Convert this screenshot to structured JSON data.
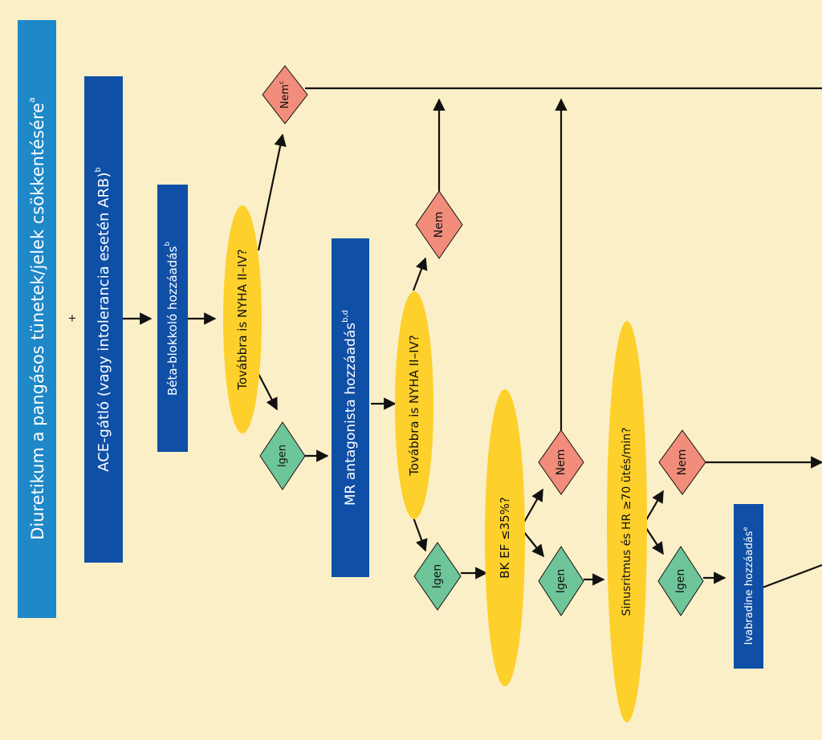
{
  "colors": {
    "background": "#fbefc7",
    "rect_light": "#1e88c8",
    "rect_dark": "#0f4fa6",
    "ellipse": "#fdd02b",
    "diamond_no": "#f28d7b",
    "diamond_yes": "#6fc59a",
    "line": "#111111"
  },
  "boxes": {
    "diuretic": "Diuretikum a pangásos tünetek/jelek csökkentésére",
    "diuretic_sup": "a",
    "ace": "ACE-gátló (vagy intolerancia esetén ARB)",
    "ace_sup": "b",
    "beta": "Béta-blokkoló hozzáadás",
    "beta_sup": "b",
    "mra": "MR antagonista hozzáadás",
    "mra_sup": "b,d",
    "ivabradine": "Ivabradine hozzáadás",
    "ivabradine_sup": "e",
    "plus": "+"
  },
  "questions": {
    "nyha1": "Továbbra is NYHA II–IV?",
    "nyha2": "Továbbra is NYHA II–IV?",
    "ef": "BK EF ≤35%?",
    "sinus": "Sinusritmus és HR ≥70 ütés/min?"
  },
  "answers": {
    "no1": "Nem",
    "no1_sup": "c",
    "no2": "Nem",
    "no3": "Nem",
    "no4": "Nem",
    "yes1": "Igen",
    "yes2": "Igen",
    "yes3": "Igen",
    "yes4": "Igen"
  }
}
